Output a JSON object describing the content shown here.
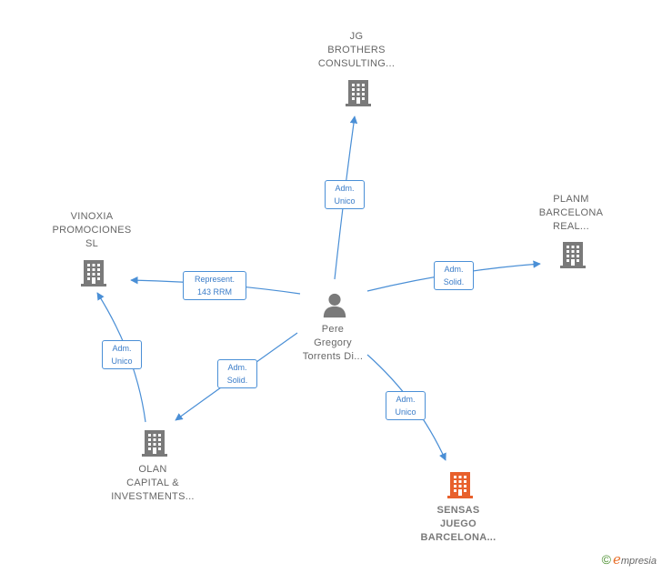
{
  "nodes": {
    "jg": {
      "lines": [
        "JG",
        "BROTHERS",
        "CONSULTING..."
      ],
      "icon": "building-icon"
    },
    "planm": {
      "lines": [
        "PLANM",
        "BARCELONA",
        "REAL..."
      ],
      "icon": "building-icon"
    },
    "vinoxia": {
      "lines": [
        "VINOXIA",
        "PROMOCIONES",
        "SL"
      ],
      "icon": "building-icon"
    },
    "olan": {
      "lines": [
        "OLAN",
        "CAPITAL &",
        "INVESTMENTS..."
      ],
      "icon": "building-icon"
    },
    "sensas": {
      "lines": [
        "SENSAS",
        "JUEGO",
        "BARCELONA..."
      ],
      "icon": "building-icon",
      "color": "#e8602c"
    },
    "person": {
      "lines": [
        "Pere",
        "Gregory",
        "Torrents Di..."
      ],
      "icon": "person-icon"
    }
  },
  "edges": {
    "jg": [
      "Adm.",
      "Unico"
    ],
    "planm": [
      "Adm.",
      "Solid."
    ],
    "vinoxia": [
      "Represent.",
      "143 RRM"
    ],
    "olan": [
      "Adm.",
      "Solid."
    ],
    "sensas": [
      "Adm.",
      "Unico"
    ],
    "olan_vinoxia": [
      "Adm.",
      "Unico"
    ]
  },
  "colors": {
    "edge": "#4a8fd6",
    "building": "#7a7a7a",
    "highlight": "#e8602c",
    "person": "#7a7a7a"
  },
  "footer": {
    "copyright": "©",
    "brand_initial": "e",
    "brand_rest": "mpresia"
  }
}
